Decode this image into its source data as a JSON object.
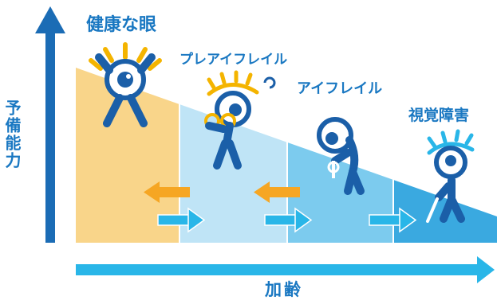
{
  "diagram": {
    "y_axis_label": "予備能力",
    "x_axis_label": "加齢",
    "stages": [
      {
        "label": "健康な眼",
        "color": "#f9d58a"
      },
      {
        "label": "プレアイフレイル",
        "color": "#bfe4f6"
      },
      {
        "label": "アイフレイル",
        "color": "#7ccbee"
      },
      {
        "label": "視覚障害",
        "color": "#3aa9e0"
      }
    ],
    "colors": {
      "axis_blue": "#1b6cb5",
      "arrow_light_blue": "#29b6e8",
      "arrow_orange": "#f6a623",
      "figure_blue": "#1b5fa8",
      "eye_yellow": "#f4b400"
    }
  }
}
